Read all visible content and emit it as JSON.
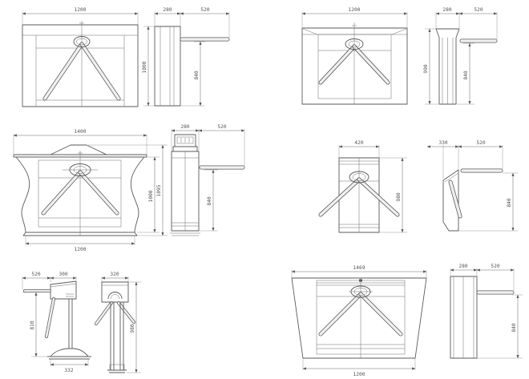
{
  "drawing": {
    "type": "technical-dimension-drawing",
    "subject": "tripod turnstile gates - front and side elevation views with millimetre dimensions",
    "background_color": "#ffffff",
    "line_color": "#5a5a5a",
    "dimension_text_color": "#555555"
  },
  "figures": {
    "f1": {
      "name": "box housing turnstile",
      "front_width": "1200",
      "side_depth": "280",
      "arm_length": "520",
      "height": "1000",
      "arm_height": "840"
    },
    "f2": {
      "name": "chamfered-corner turnstile",
      "front_width": "1200",
      "side_depth": "280",
      "arm_length": "520",
      "height": "990",
      "arm_height": "840"
    },
    "f3": {
      "name": "curved-waist turnstile",
      "top_width": "1400",
      "bottom_width": "1200",
      "inner_height": "1000",
      "total_height": "1095",
      "side_depth": "280",
      "arm_length": "520",
      "arm_height": "840"
    },
    "f4": {
      "name": "slim vertical turnstile",
      "front_width": "420",
      "height": "980",
      "side_depth": "330",
      "arm_length": "520",
      "arm_height": "840"
    },
    "f5": {
      "name": "pedestal tripod turnstile",
      "arm_length": "520",
      "head_depth": "300",
      "arm_height": "810",
      "base_width": "332",
      "front_width": "320",
      "height": "980"
    },
    "f6": {
      "name": "trapezoid bridge turnstile",
      "top_width": "1469",
      "bottom_width": "1200",
      "side_depth": "280",
      "arm_length": "520",
      "arm_height": "840"
    }
  }
}
